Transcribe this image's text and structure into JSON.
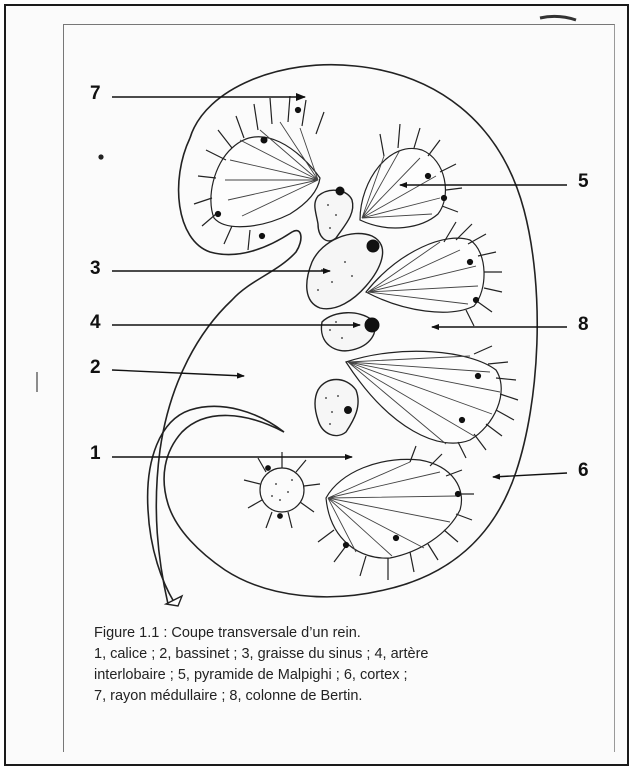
{
  "figure": {
    "labels": {
      "calice": "1",
      "bassinet": "2",
      "graisse_sinus": "3",
      "artere_interlobaire": "4",
      "pyramide_malpighi": "5",
      "cortex": "6",
      "rayon_medullaire": "7",
      "colonne_bertin": "8"
    },
    "caption": {
      "line1": "Figure 1.1 : Coupe transversale d’un rein.",
      "line2": "1, calice ; 2, bassinet ; 3, graisse du sinus ; 4, artère",
      "line3": "interlobaire ; 5, pyramide de Malpighi ; 6, cortex ;",
      "line4": "7, rayon médullaire ; 8, colonne de Bertin."
    }
  }
}
